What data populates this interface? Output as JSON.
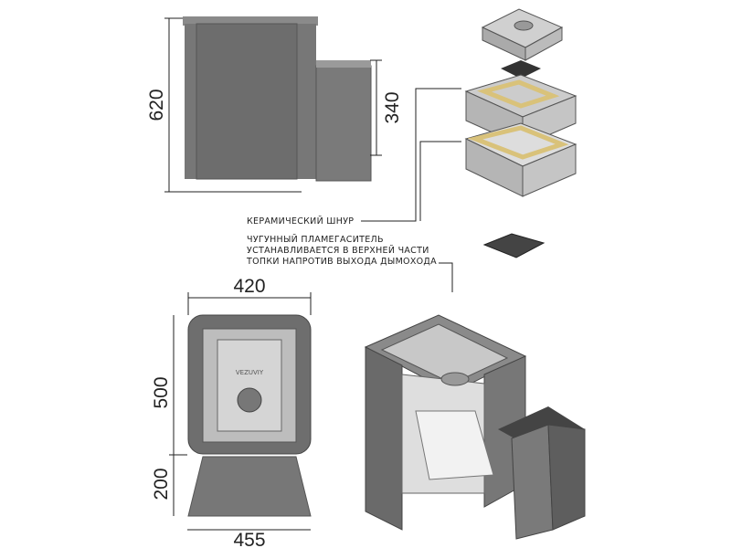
{
  "dimensions": {
    "side_height": "620",
    "firebox_height": "340",
    "front_width": "420",
    "front_height": "500",
    "base_height": "200",
    "base_width": "455"
  },
  "labels": {
    "ceramic_cord": "КЕРАМИЧЕСКИЙ ШНУР",
    "flame_damper_line1": "ЧУГУННЫЙ ПЛАМЕГАСИТЕЛЬ",
    "flame_damper_line2": "УСТАНАВЛИВАЕТСЯ В ВЕРХНЕЙ ЧАСТИ",
    "flame_damper_line3": "ТОПКИ НАПРОТИВ ВЫХОДА ДЫМОХОДА",
    "brand": "VEZUVIY"
  },
  "colors": {
    "body": "#6b6b6b",
    "light": "#d8d8d8",
    "cord": "#d9c27a"
  }
}
